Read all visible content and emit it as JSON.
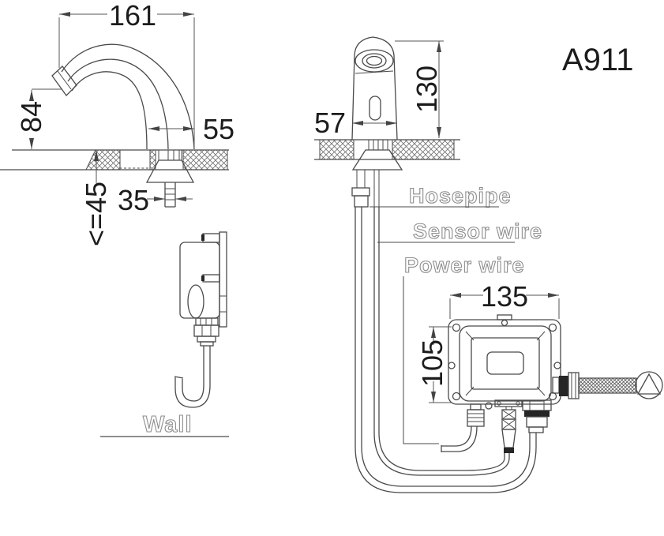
{
  "model_label": "A911",
  "left_view": {
    "dim_spout_reach": "161",
    "dim_spout_height": "84",
    "dim_base_width": "55",
    "dim_shank_width": "35",
    "dim_counter_thickness": "<=45",
    "wall_label": "Wall"
  },
  "right_view": {
    "dim_body_width": "57",
    "dim_body_height": "130",
    "dim_box_width": "135",
    "dim_box_height": "105",
    "label_hosepipe": "Hosepipe",
    "label_sensor_wire": "Sensor wire",
    "label_power_wire": "Power wire"
  },
  "colors": {
    "line": "#4a4a4a",
    "dim_text": "#1c1c1c",
    "outline_text": "#8d8d8d",
    "background": "#ffffff"
  }
}
